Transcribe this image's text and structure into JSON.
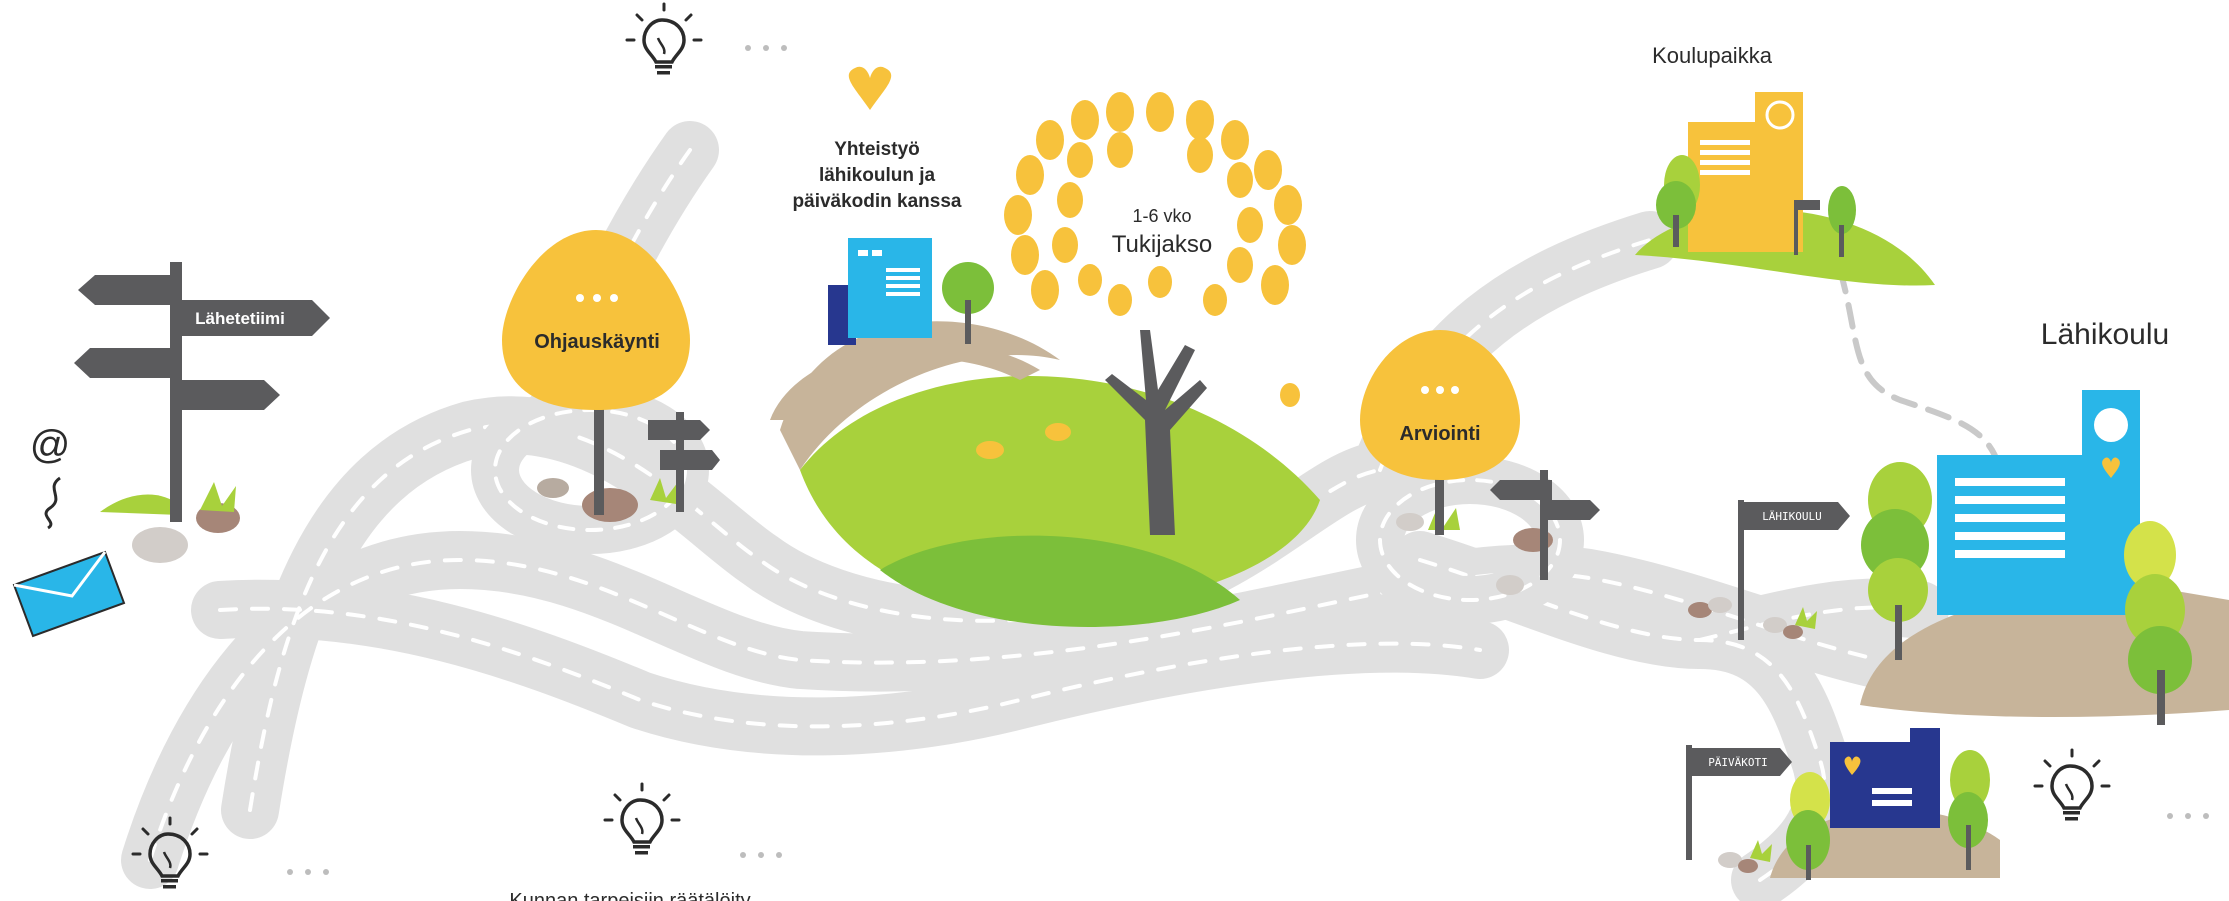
{
  "labels": {
    "referral_team": "Lähetetiimi",
    "guidance_visit": "Ohjauskäynti",
    "cooperation_line1": "Yhteistyö",
    "cooperation_line2": "lähikoulun ja",
    "cooperation_line3": "päiväkodin kanssa",
    "support_duration": "1-6 vko",
    "support_period": "Tukijakso",
    "assessment": "Arviointi",
    "school_place": "Koulupaikka",
    "local_school": "Lähikoulu",
    "local_school_sign": "LÄHIKOULU",
    "daycare_sign": "PÄIVÄKOTI",
    "municipality_tailored": "Kunnan tarpeisiin räätälöity",
    "email_symbol": "@"
  },
  "colors": {
    "road": "#dedede",
    "road_dash": "#ffffff",
    "yellow": "#f7c23c",
    "grass_light": "#a8d13c",
    "grass_dark": "#7cbf3a",
    "hill_tan": "#c7b49a",
    "sign_grey": "#5b5b5d",
    "school_blue": "#29b6e8",
    "daycare_navy": "#27378f",
    "envelope_blue": "#29b6e8"
  },
  "icons": [
    "lightbulb-icon",
    "heart-icon",
    "email-envelope-icon",
    "at-sign-icon",
    "signpost-icon",
    "clock-icon",
    "flag-icon"
  ]
}
